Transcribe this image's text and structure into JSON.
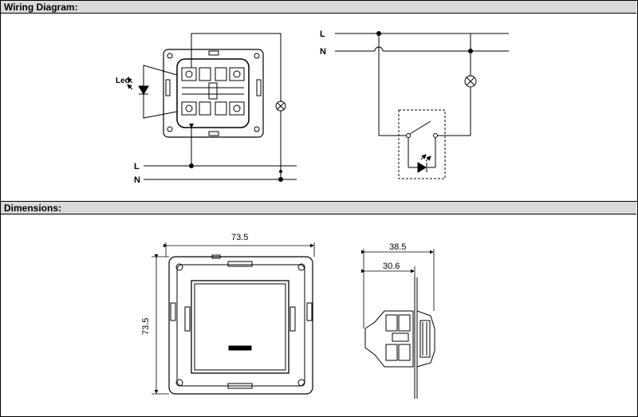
{
  "sections": {
    "wiring_title": "Wiring Diagram:",
    "dimensions_title": "Dimensions:"
  },
  "wiring": {
    "led_label": "Led",
    "line_label": "L",
    "neutral_label": "N",
    "schematic_line_label": "L",
    "schematic_neutral_label": "N"
  },
  "dimensions": {
    "front_width": "73.5",
    "front_height": "73.5",
    "side_depth_total": "38.5",
    "side_depth_body": "30.6"
  }
}
